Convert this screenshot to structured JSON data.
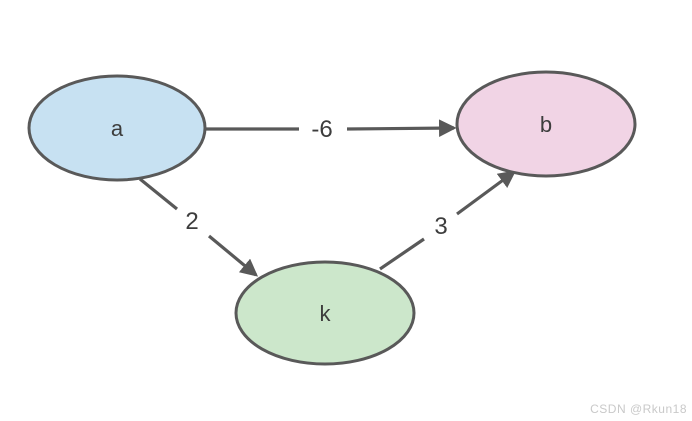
{
  "canvas": {
    "background": "#ffffff"
  },
  "diagram": {
    "type": "directed-weighted-graph",
    "stroke_color": "#595959",
    "label_color": "#3d3d3d",
    "nodes": [
      {
        "id": "a",
        "label": "a",
        "fill": "#c7e1f2"
      },
      {
        "id": "b",
        "label": "b",
        "fill": "#f1d4e5"
      },
      {
        "id": "k",
        "label": "k",
        "fill": "#cce7cb"
      }
    ],
    "edges": [
      {
        "from": "a",
        "to": "b",
        "weight": "-6"
      },
      {
        "from": "a",
        "to": "k",
        "weight": "2"
      },
      {
        "from": "k",
        "to": "b",
        "weight": "3"
      }
    ]
  },
  "watermark": {
    "text": "CSDN @Rkun18",
    "color": "#c9c9c9"
  }
}
